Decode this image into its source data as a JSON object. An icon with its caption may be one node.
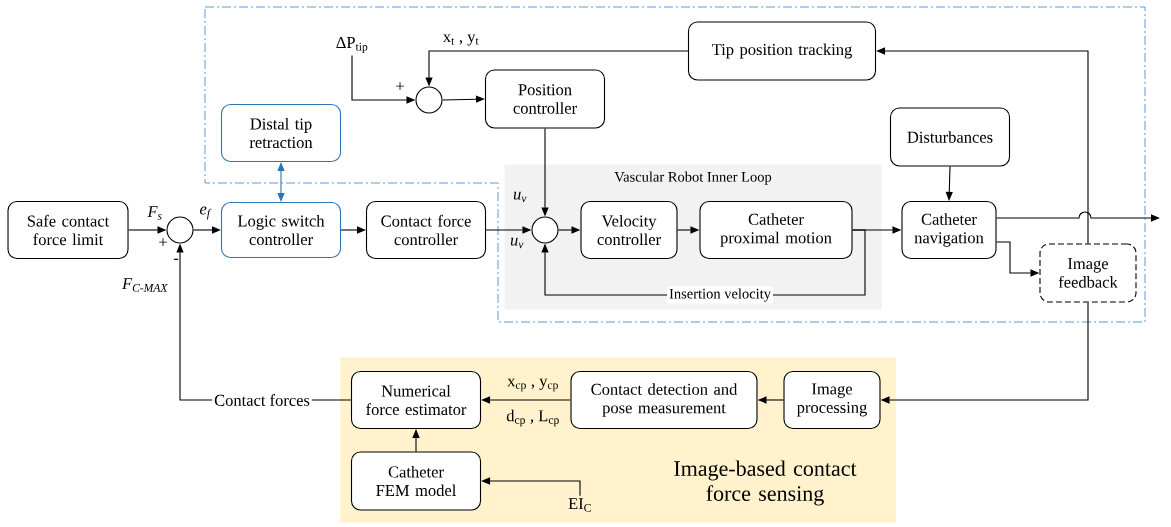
{
  "diagram": {
    "nodes": [
      {
        "text": [
          "Safe contact force limit"
        ]
      },
      {
        "text": [],
        "shape": "circle"
      },
      {
        "text": [
          "Logic switch controller"
        ]
      },
      {
        "text": [
          "Distal tip retraction"
        ]
      },
      {
        "text": [
          "Contact force controller"
        ]
      },
      {
        "text": [
          "ΔP$_{tip}$"
        ]
      },
      {
        "text": [],
        "shape": "circle"
      },
      {
        "text": [
          "Position controller"
        ]
      },
      {
        "text": [
          "Tip position tracking"
        ]
      },
      {
        "text": [
          "Vascular Robot Inner Loop"
        ]
      },
      {
        "text": [],
        "shape": "circle",
        "in": 9
      },
      {
        "text": [
          "Velocity controller"
        ],
        "in": 9
      },
      {
        "text": [
          "Catheter proximal motion"
        ],
        "in": 9
      },
      {
        "text": [
          "Disturbances"
        ]
      },
      {
        "text": [
          "Catheter navigation"
        ]
      },
      {
        "text": [
          "Image feedback"
        ]
      },
      {
        "text": [
          "Image-based contact force sensing"
        ]
      },
      {
        "text": [
          "Numerical force estimator"
        ],
        "in": 16
      },
      {
        "text": [
          "Contact detection and pose measurement"
        ],
        "in": 16
      },
      {
        "text": [
          "Image processing"
        ],
        "in": 16
      },
      {
        "text": [
          "Catheter FEM model"
        ],
        "in": 16
      },
      {
        "text": [
          "EI$_{C}$"
        ],
        "in": 16
      }
    ],
    "edges": [
      {
        "from": 0,
        "to": 1,
        "arrow": "to",
        "label": "F$_{s}$"
      },
      {
        "from": 1,
        "to": 2,
        "arrow": "to",
        "label": "e$_{f}$"
      },
      {
        "from": 2,
        "to": 3,
        "arrow": "both",
        "color": "#2e75b6"
      },
      {
        "from": 2,
        "to": 4,
        "arrow": "to"
      },
      {
        "from": 4,
        "to": 10,
        "arrow": "to",
        "label": "u$_{v}$"
      },
      {
        "from": 5,
        "to": 6,
        "arrow": "to"
      },
      {
        "from": 8,
        "to": 6,
        "arrow": "to",
        "label": "x$_{t}$ , y$_{t}$"
      },
      {
        "from": 6,
        "to": 7,
        "arrow": "to"
      },
      {
        "from": 7,
        "to": 10,
        "arrow": "to",
        "label": "u$_{v}$"
      },
      {
        "from": 10,
        "to": 11,
        "arrow": "to"
      },
      {
        "from": 11,
        "to": 12,
        "arrow": "to"
      },
      {
        "from": 12,
        "to": 14,
        "arrow": "to"
      },
      {
        "from": 12,
        "to": 10,
        "arrow": "to",
        "label": "Insertion velocity"
      },
      {
        "from": 13,
        "to": 14,
        "arrow": "to"
      },
      {
        "from": 14,
        "to": null,
        "arrow": "to"
      },
      {
        "from": 14,
        "to": 15,
        "arrow": "to"
      },
      {
        "from": 15,
        "to": 8,
        "arrow": "to"
      },
      {
        "from": 15,
        "to": 19,
        "arrow": "to"
      },
      {
        "from": 19,
        "to": 18,
        "arrow": "to"
      },
      {
        "from": 18,
        "to": 17,
        "arrow": "to",
        "label": "x$_{cp}$ , y$_{cp}$"
      },
      {
        "from": 20,
        "to": 17,
        "arrow": "to"
      },
      {
        "from": 21,
        "to": 20,
        "arrow": "to"
      },
      {
        "from": 17,
        "to": 1,
        "arrow": "to",
        "label": "Contact forces"
      }
    ],
    "labels": [
      "+",
      "-",
      "F$_{C-MAX}$",
      "+",
      "d$_{cp}$ , L$_{cp}$"
    ]
  }
}
